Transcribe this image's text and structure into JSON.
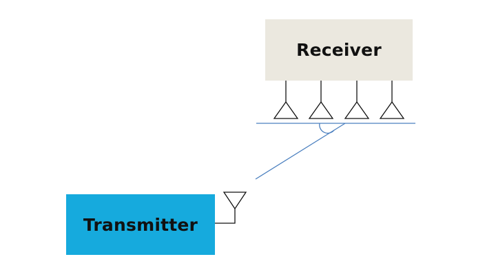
{
  "receiver": {
    "label": "Receiver",
    "antenna_count": 4
  },
  "transmitter": {
    "label": "Transmitter"
  },
  "colors": {
    "receiver_fill": "#ebe8df",
    "transmitter_fill": "#16aadd",
    "signal_line": "#4a7fbf",
    "antenna_stroke": "#111111"
  }
}
